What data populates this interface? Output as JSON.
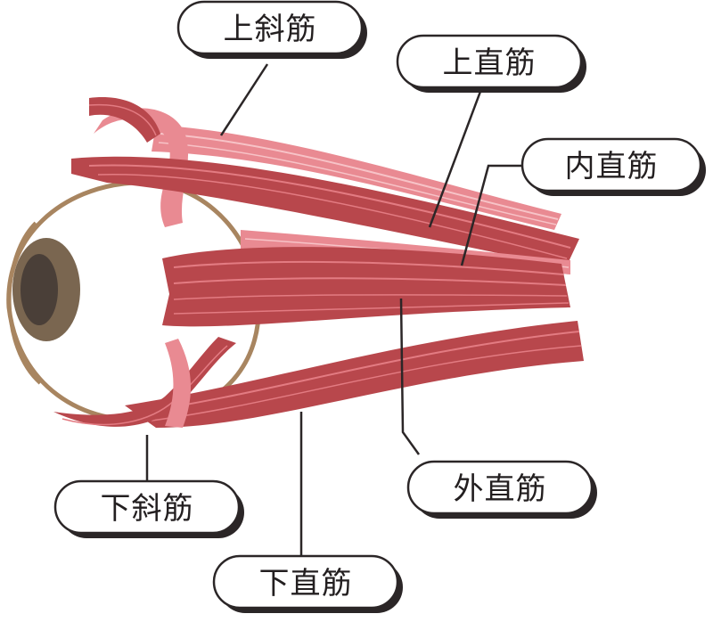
{
  "labels": {
    "superior_oblique": "上斜筋",
    "superior_rectus": "上直筋",
    "medial_rectus": "内直筋",
    "lateral_rectus": "外直筋",
    "inferior_oblique": "下斜筋",
    "inferior_rectus": "下直筋"
  },
  "colors": {
    "muscle_dark": "#b8474c",
    "muscle_light": "#e98a92",
    "muscle_line": "#e37b82",
    "eye_rim": "#a88560",
    "pupil": "#4a3f38",
    "iris": "#7a6650",
    "outline": "#2b2627"
  }
}
